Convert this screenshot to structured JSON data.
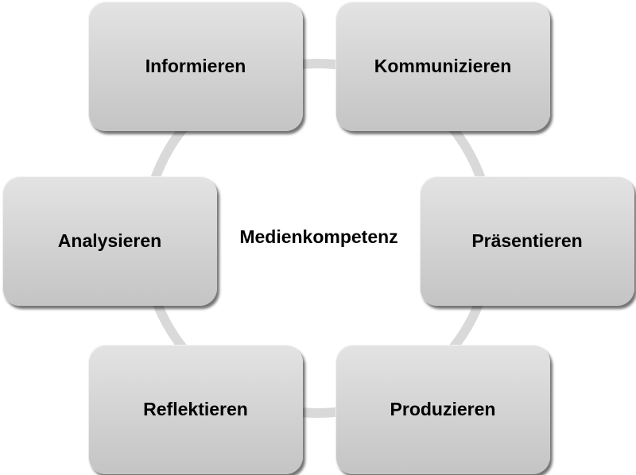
{
  "diagram": {
    "center": "Medienkompetenz",
    "nodes": {
      "informieren": "Informieren",
      "kommunizieren": "Kommunizieren",
      "analysieren": "Analysieren",
      "praesentieren": "Präsentieren",
      "reflektieren": "Reflektieren",
      "produzieren": "Produzieren"
    },
    "colors": {
      "node_fill": "#d2d2d2",
      "ring": "#d9d9d9",
      "text": "#000000",
      "background": "#ffffff"
    }
  }
}
